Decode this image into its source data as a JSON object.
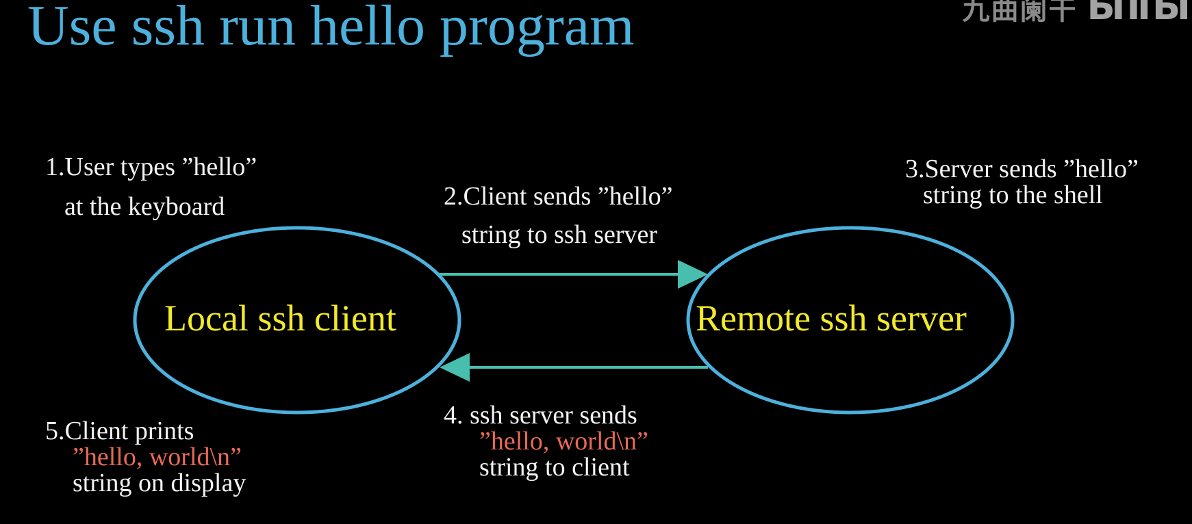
{
  "title": "Use ssh run hello program",
  "watermark": {
    "text": "九曲阑干",
    "logo": "bilibili"
  },
  "colors": {
    "background": "#000000",
    "title": "#4cb1dc",
    "node_outline": "#4cb1dc",
    "node_text": "#f2ea2a",
    "arrow": "#48bfae",
    "step_text": "#f2f2f2",
    "highlight": "#e86a55"
  },
  "nodes": {
    "client": {
      "label": "Local ssh client"
    },
    "server": {
      "label": "Remote ssh server"
    }
  },
  "steps": {
    "s1": {
      "line1": "1.User types ”hello”",
      "line2": "at the keyboard"
    },
    "s2": {
      "line1": "2.Client sends ”hello”",
      "line2": "string to ssh server"
    },
    "s3": {
      "line1": "3.Server sends ”hello”",
      "line2": "string to the shell"
    },
    "s4": {
      "line1": "4.  ssh server sends",
      "line2": "”hello, world\\n”",
      "line3": "string to client"
    },
    "s5": {
      "line1": "5.Client prints",
      "line2": "”hello, world\\n”",
      "line3": "string on display"
    }
  }
}
